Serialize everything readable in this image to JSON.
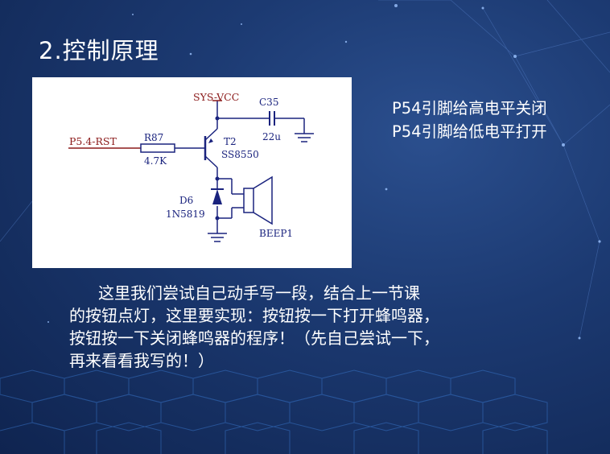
{
  "slide": {
    "title": "2.控制原理",
    "notes": [
      "P54引脚给高电平关闭",
      "P54引脚给低电平打开"
    ],
    "body_lines": [
      "这里我们尝试自己动手写一段，结合上一节课",
      "的按钮点灯，这里要实现：按钮按一下打开蜂鸣器，",
      "按钮按一下关闭蜂鸣器的程序！（先自己尝试一下，",
      "再来看看我写的！）"
    ]
  },
  "circuit": {
    "net_vcc": "SYS-VCC",
    "net_input": "P5.4-RST",
    "resistor_ref": "R87",
    "resistor_value": "4.7K",
    "transistor_ref": "T2",
    "transistor_part": "SS8550",
    "capacitor_ref": "C35",
    "capacitor_value": "22u",
    "diode_ref": "D6",
    "diode_part": "1N5819",
    "buzzer_ref": "BEEP1"
  },
  "colors": {
    "background": "#1c3a72",
    "wire": "#1a237e",
    "net_label": "#8b1a1a",
    "text": "#ffffff"
  }
}
